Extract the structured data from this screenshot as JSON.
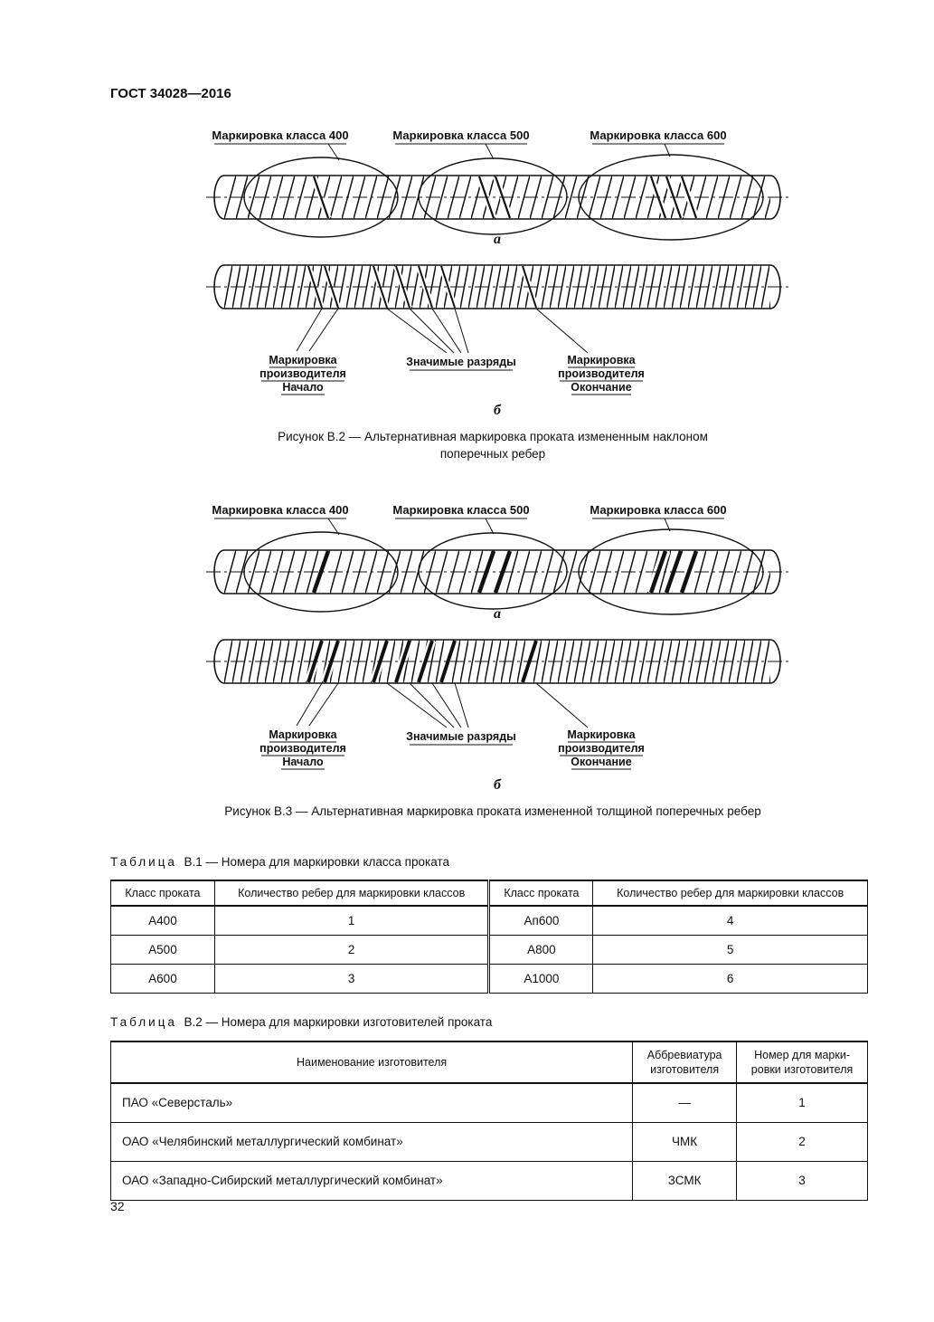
{
  "header": {
    "title": "ГОСТ 34028—2016"
  },
  "page_number": "32",
  "figure_b2": {
    "class_labels": [
      "Маркировка класса 400",
      "Маркировка класса 500",
      "Маркировка класса 600"
    ],
    "sub_a": "а",
    "sub_b": "б",
    "producer_start": [
      "Маркировка",
      "производителя",
      "Начало"
    ],
    "significant": "Значимые разряды",
    "producer_end": [
      "Маркировка",
      "производителя",
      "Окончание"
    ],
    "caption_lines": [
      "Рисунок В.2 — Альтернативная маркировка проката измененным наклоном",
      "поперечных ребер"
    ]
  },
  "figure_b3": {
    "class_labels": [
      "Маркировка класса 400",
      "Маркировка класса 500",
      "Маркировка класса 600"
    ],
    "sub_a": "а",
    "sub_b": "б",
    "producer_start": [
      "Маркировка",
      "производителя",
      "Начало"
    ],
    "significant": "Значимые разряды",
    "producer_end": [
      "Маркировка",
      "производителя",
      "Окончание"
    ],
    "caption_lines": [
      "Рисунок В.3 — Альтернативная маркировка проката измененной толщиной поперечных ребер"
    ]
  },
  "table_b1": {
    "title_word": "Таблица",
    "title_rest": "В.1 — Номера для маркировки класса проката",
    "headers": [
      "Класс проката",
      "Количество ребер для маркировки классов",
      "Класс проката",
      "Количество ребер для маркировки классов"
    ],
    "rows": [
      [
        "А400",
        "1",
        "Ап600",
        "4"
      ],
      [
        "А500",
        "2",
        "А800",
        "5"
      ],
      [
        "А600",
        "3",
        "А1000",
        "6"
      ]
    ]
  },
  "table_b2": {
    "title_word": "Таблица",
    "title_rest": "В.2 — Номера для маркировки изготовителей проката",
    "headers": {
      "name": "Наименование изготовителя",
      "abbr": [
        "Аббревиатура",
        "изготовителя"
      ],
      "num": [
        "Номер для марки-",
        "ровки изготовителя"
      ]
    },
    "rows": [
      [
        "ПАО «Северсталь»",
        "—",
        "1"
      ],
      [
        "ОАО «Челябинский металлургический комбинат»",
        "ЧМК",
        "2"
      ],
      [
        "ОАО «Западно-Сибирский металлургический комбинат»",
        "ЗСМК",
        "3"
      ]
    ]
  }
}
